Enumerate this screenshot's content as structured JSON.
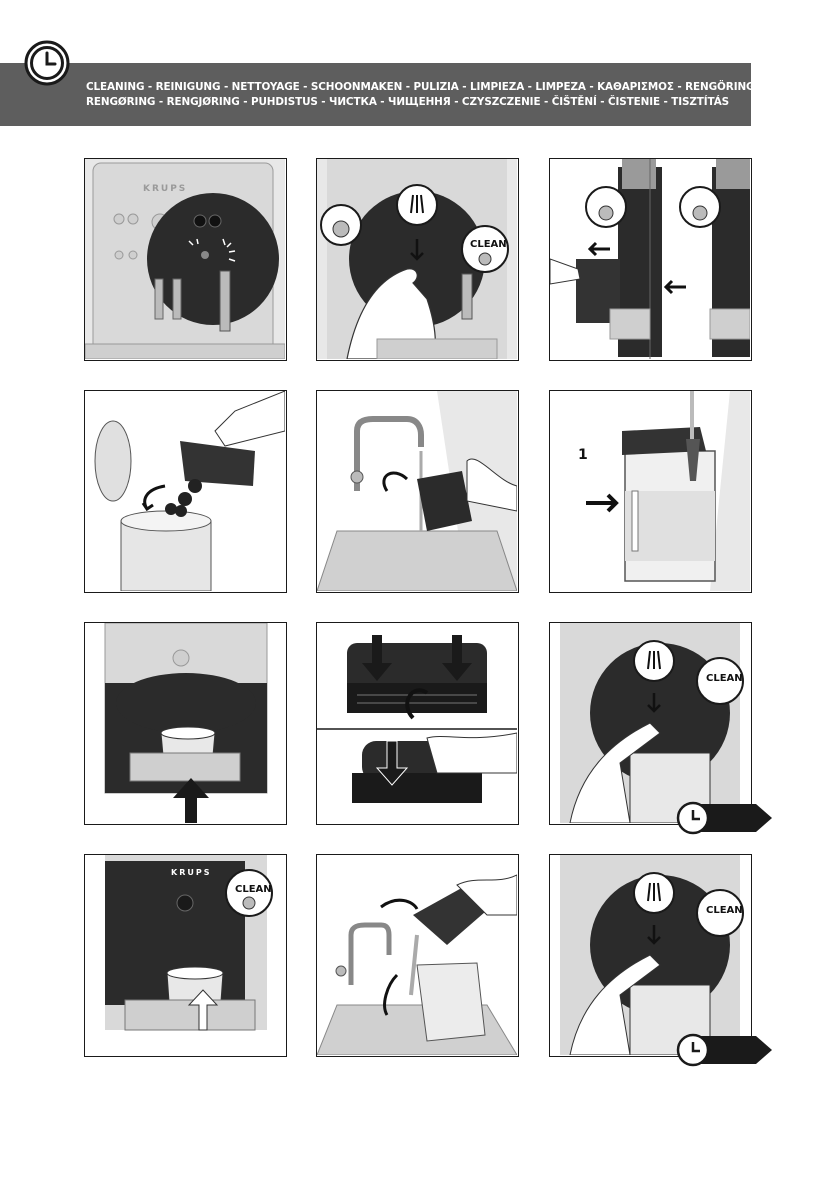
{
  "header": {
    "line1": "CLEANING - REINIGUNG - NETTOYAGE - SCHOONMAKEN - PULIZIA -  LIMPIEZA - LIMPEZA - ΚΑΘΑΡΙΣΜΟΣ - RENGÖRING",
    "line2": "RENGØRING - RENGJØRING - PUHDISTUS - ЧИСТКА - ЧИЩЕННЯ - CZYSZCZENIE - ČIŠTĚNÍ - ČISTENIE - TISZTÍTÁS",
    "icon": "clock-icon"
  },
  "labels": {
    "brand": "KRUPS",
    "clean": "CLEAN",
    "step_number": "1"
  },
  "colors": {
    "banner": "#5e5e5e",
    "machine_dark": "#2b2b2b",
    "machine_light": "#d8d8d8",
    "highlight_red": "#e05050"
  }
}
